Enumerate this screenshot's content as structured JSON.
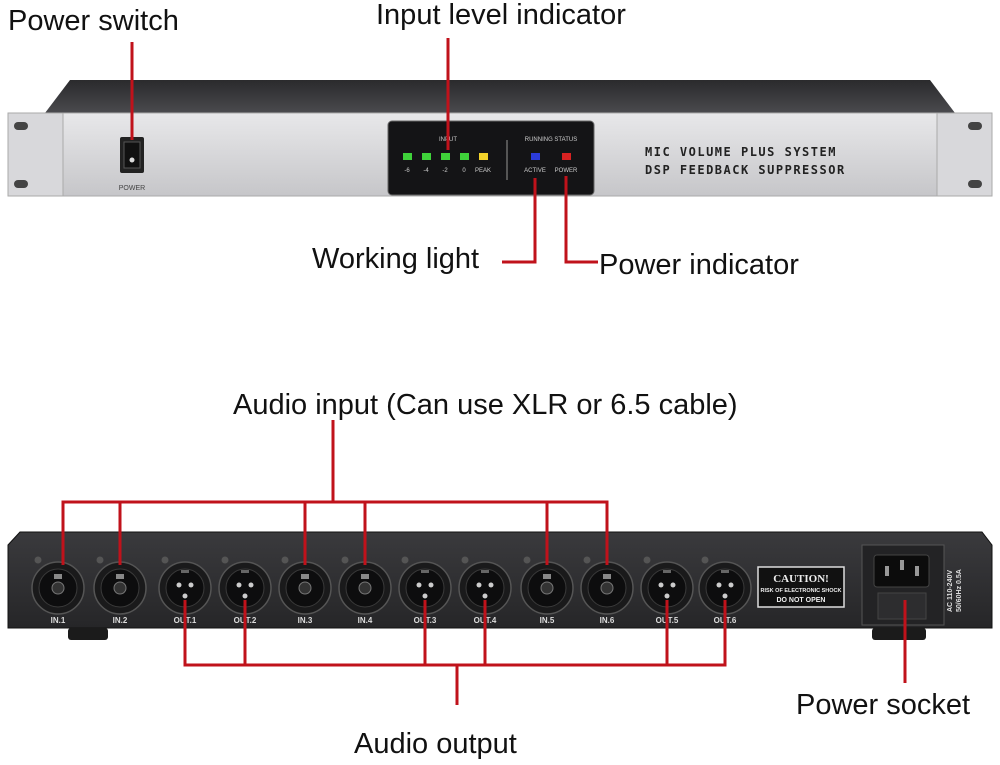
{
  "callouts": {
    "power_switch": "Power switch",
    "input_level_indicator": "Input level indicator",
    "working_light": "Working light",
    "power_indicator": "Power indicator",
    "audio_input": "Audio input (Can use XLR or 6.5 cable)",
    "audio_output": "Audio output",
    "power_socket": "Power socket"
  },
  "front_panel": {
    "power_label": "POWER",
    "input_label": "INPUT",
    "running_status_label": "RUNNING STATUS",
    "meter_leds": [
      {
        "label": "-6",
        "color": "#3fd23a"
      },
      {
        "label": "-4",
        "color": "#3fd23a"
      },
      {
        "label": "-2",
        "color": "#3fd23a"
      },
      {
        "label": "0",
        "color": "#3fd23a"
      },
      {
        "label": "PEAK",
        "color": "#f2d22a"
      }
    ],
    "status_leds": [
      {
        "label": "ACTIVE",
        "color": "#2b3bd8"
      },
      {
        "label": "POWER",
        "color": "#d82222"
      }
    ],
    "brand_line1": "MIC VOLUME PLUS SYSTEM",
    "brand_line2": "DSP FEEDBACK SUPPRESSOR"
  },
  "rear_panel": {
    "ports": [
      {
        "label": "IN.1",
        "type": "combo"
      },
      {
        "label": "IN.2",
        "type": "combo"
      },
      {
        "label": "OUT.1",
        "type": "xlr"
      },
      {
        "label": "OUT.2",
        "type": "xlr"
      },
      {
        "label": "IN.3",
        "type": "combo"
      },
      {
        "label": "IN.4",
        "type": "combo"
      },
      {
        "label": "OUT.3",
        "type": "xlr"
      },
      {
        "label": "OUT.4",
        "type": "xlr"
      },
      {
        "label": "IN.5",
        "type": "combo"
      },
      {
        "label": "IN.6",
        "type": "combo"
      },
      {
        "label": "OUT.5",
        "type": "xlr"
      },
      {
        "label": "OUT.6",
        "type": "xlr"
      }
    ],
    "caution_title": "CAUTION!",
    "caution_line1": "RISK OF ELECTRONIC SHOCK",
    "caution_line2": "DO NOT OPEN",
    "power_rating1": "AC 110-240V",
    "power_rating2": "50/60Hz 0.5A"
  },
  "colors": {
    "callout_line": "#c0121b"
  }
}
